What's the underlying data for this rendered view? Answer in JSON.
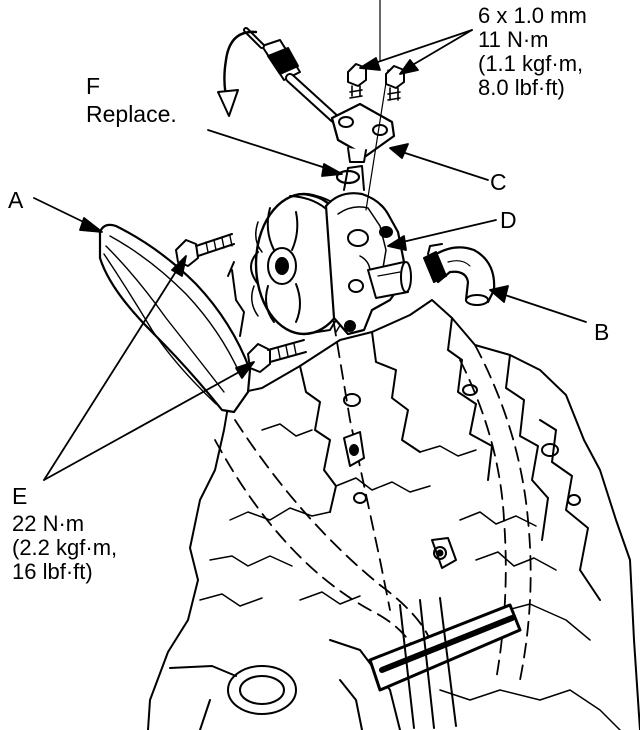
{
  "labels": {
    "a": "A",
    "b": "B",
    "c": "C",
    "d": "D",
    "e": "E",
    "f": "F",
    "f_note": "Replace."
  },
  "spec_c": {
    "size": "6 x 1.0 mm",
    "torque": "11 N·m",
    "kgf": "(1.1 kgf·m,",
    "lbf": "8.0 lbf·ft)"
  },
  "spec_e": {
    "torque": "22 N·m",
    "kgf": "(2.2 kgf·m,",
    "lbf": "16 lbf·ft)"
  },
  "colors": {
    "ink": "#000000",
    "paper": "#ffffff"
  }
}
